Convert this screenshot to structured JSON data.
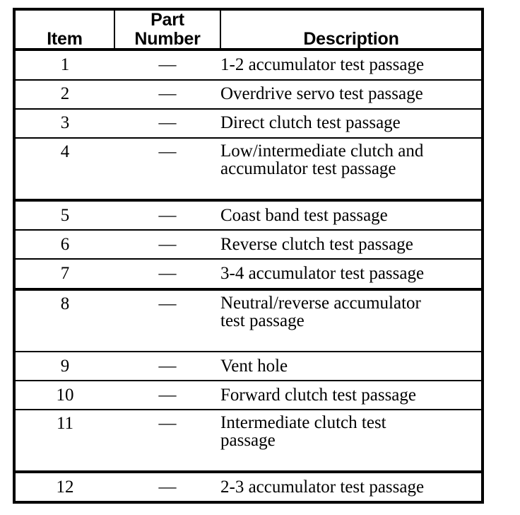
{
  "table": {
    "columns": [
      {
        "key": "item",
        "label": "Item"
      },
      {
        "key": "part_number",
        "label_line1": "Part",
        "label_line2": "Number",
        "label": "Part Number"
      },
      {
        "key": "description",
        "label": "Description"
      }
    ],
    "em_dash": "—",
    "rows": [
      {
        "item": "1",
        "part_number": "—",
        "description": "1-2 accumulator test passage",
        "description_lines": [
          "1-2 accumulator test passage"
        ]
      },
      {
        "item": "2",
        "part_number": "—",
        "description": "Overdrive servo test passage",
        "description_lines": [
          "Overdrive servo test passage"
        ]
      },
      {
        "item": "3",
        "part_number": "—",
        "description": "Direct clutch test passage",
        "description_lines": [
          "Direct clutch test passage"
        ]
      },
      {
        "item": "4",
        "part_number": "—",
        "description": "Low/intermediate clutch and accumulator test passage",
        "description_lines": [
          "Low/intermediate clutch and",
          "accumulator test passage"
        ]
      },
      {
        "item": "5",
        "part_number": "—",
        "description": "Coast band test passage",
        "description_lines": [
          "Coast band test passage"
        ]
      },
      {
        "item": "6",
        "part_number": "—",
        "description": "Reverse clutch test passage",
        "description_lines": [
          "Reverse clutch test passage"
        ]
      },
      {
        "item": "7",
        "part_number": "—",
        "description": "3-4 accumulator test passage",
        "description_lines": [
          "3-4 accumulator test passage"
        ]
      },
      {
        "item": "8",
        "part_number": "—",
        "description": "Neutral/reverse accumulator test passage",
        "description_lines": [
          "Neutral/reverse accumulator",
          "test passage"
        ]
      },
      {
        "item": "9",
        "part_number": "—",
        "description": "Vent hole",
        "description_lines": [
          "Vent hole"
        ]
      },
      {
        "item": "10",
        "part_number": "—",
        "description": "Forward clutch test passage",
        "description_lines": [
          "Forward clutch test passage"
        ]
      },
      {
        "item": "11",
        "part_number": "—",
        "description": "Intermediate clutch test passage",
        "description_lines": [
          "Intermediate clutch test",
          "passage"
        ]
      },
      {
        "item": "12",
        "part_number": "—",
        "description": "2-3 accumulator test passage",
        "description_lines": [
          "2-3 accumulator test passage"
        ]
      }
    ]
  },
  "colors": {
    "border": "#000000",
    "text": "#000000",
    "background": "#ffffff"
  }
}
